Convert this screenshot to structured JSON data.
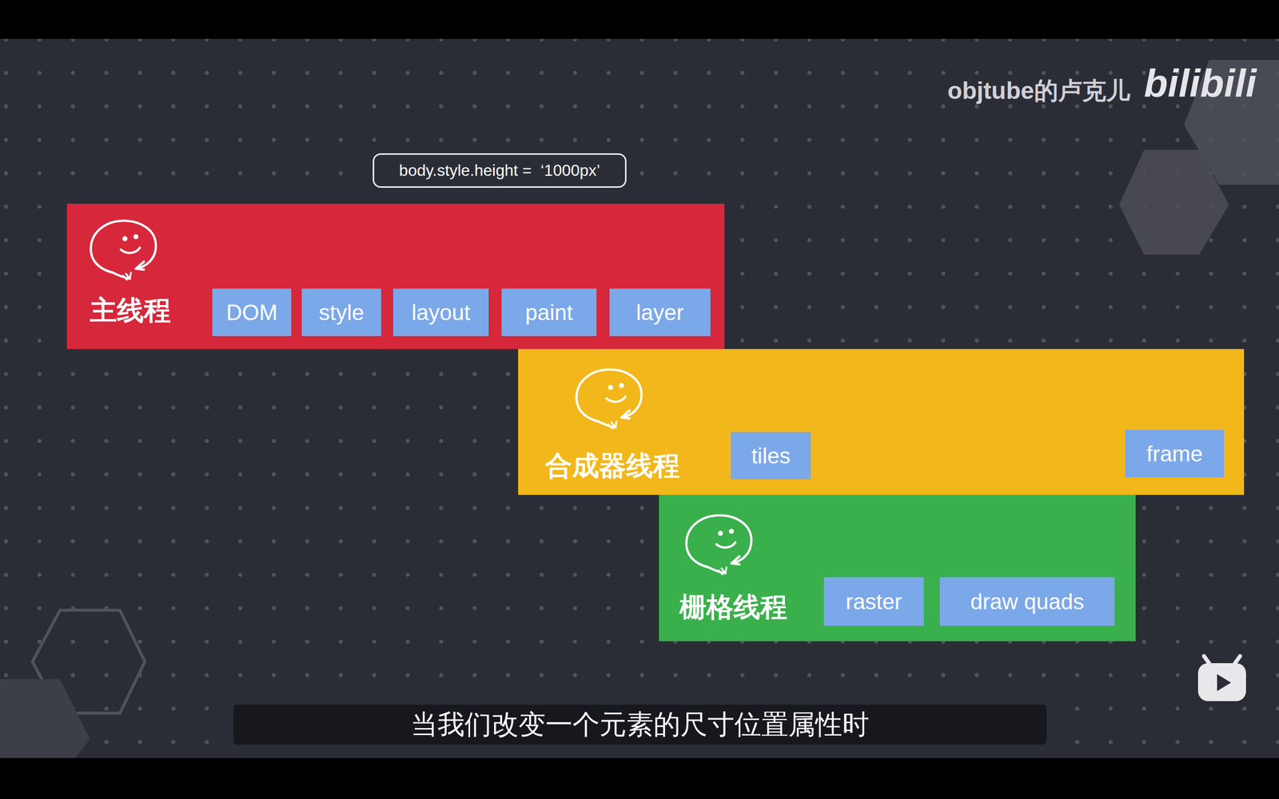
{
  "diagram": {
    "caption": "当我们改变一个元素的尺寸位置属性时",
    "nodes": [
      {
        "text": [
          "body.style.height =  ‘1000px’"
        ]
      },
      {
        "text": [
          "主线程"
        ]
      },
      {
        "text": [
          "DOM"
        ],
        "in": 1
      },
      {
        "text": [
          "style"
        ],
        "in": 1
      },
      {
        "text": [
          "layout"
        ],
        "in": 1
      },
      {
        "text": [
          "paint"
        ],
        "in": 1
      },
      {
        "text": [
          "layer"
        ],
        "in": 1
      },
      {
        "text": [
          "合成器线程"
        ]
      },
      {
        "text": [
          "tiles"
        ],
        "in": 7
      },
      {
        "text": [
          "frame"
        ],
        "in": 7
      },
      {
        "text": [
          "栅格线程"
        ]
      },
      {
        "text": [
          "raster"
        ],
        "in": 10
      },
      {
        "text": [
          "draw quads"
        ],
        "in": 10
      }
    ],
    "labels": [
      "objtube的卢克儿",
      "bilibili"
    ]
  }
}
